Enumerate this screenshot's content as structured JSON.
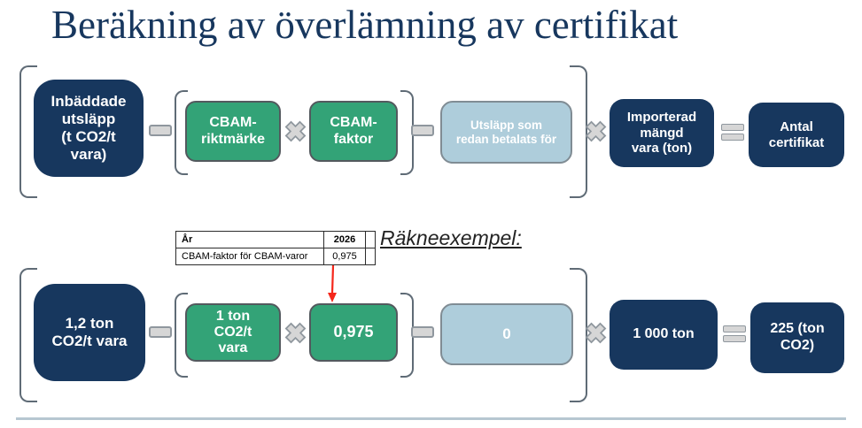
{
  "title": "Beräkning av överlämning av certifikat",
  "example_heading": "Räkneexempel:",
  "formula_row": {
    "embedded_emissions": "Inbäddade\nutsläpp\n(t CO2/t\nvara)",
    "cbam_benchmark": "CBAM-\nriktmärke",
    "cbam_factor": "CBAM-\nfaktor",
    "emissions_already_paid": "Utsläpp som\nredan betalats för",
    "imported_quantity": "Importerad\nmängd\nvara (ton)",
    "certificates": "Antal\ncertifikat"
  },
  "example_row": {
    "embedded_emissions": "1,2 ton\nCO2/t vara",
    "cbam_benchmark": "1 ton\nCO2/t\nvara",
    "cbam_factor": "0,975",
    "emissions_already_paid": "0",
    "imported_quantity": "1 000 ton",
    "certificates": "225 (ton\nCO2)"
  },
  "factor_table": {
    "header_label": "År",
    "header_year": "2026",
    "row_label": "CBAM-faktor för CBAM-varor",
    "row_value": "0,975"
  },
  "operators": {
    "minus": "minus",
    "times": "times",
    "equals": "equals"
  },
  "colors": {
    "title_navy": "#17375E",
    "box_navy": "#17375E",
    "box_green": "#33A377",
    "box_lightblue": "#AECDDB",
    "operator_gray": "#D6D6D6",
    "bracket_gray": "#5F6B76",
    "arrow_red": "#F5271B",
    "divider_blue": "#B7C7D1"
  }
}
